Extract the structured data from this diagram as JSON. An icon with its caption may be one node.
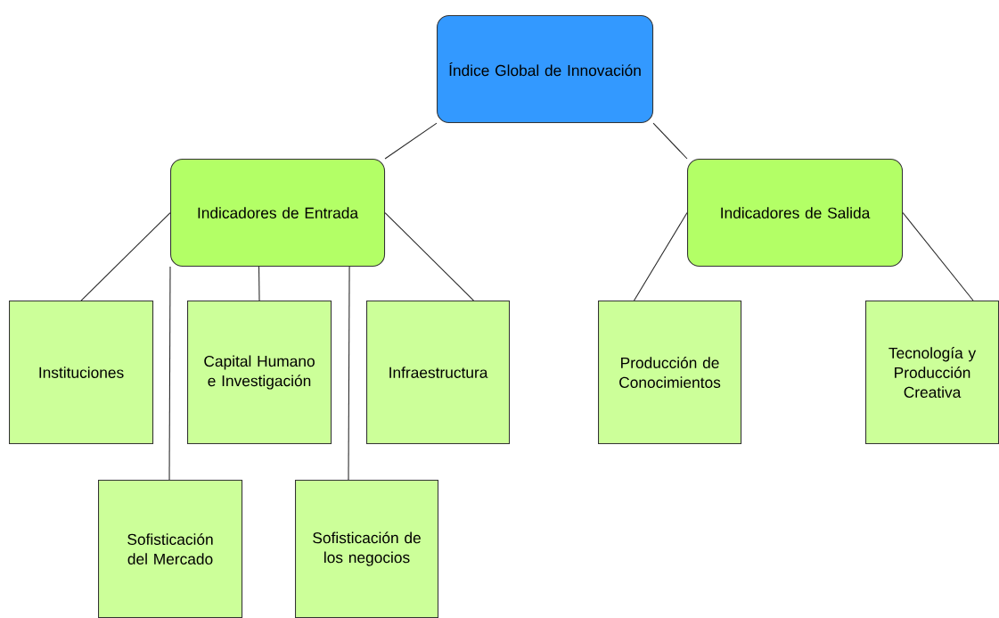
{
  "diagram": {
    "nodes": [
      {
        "text": [
          "Índice Global de Innovación"
        ]
      },
      {
        "text": [
          "Indicadores de Entrada"
        ]
      },
      {
        "text": [
          "Indicadores de Salida"
        ]
      },
      {
        "text": [
          "Instituciones"
        ]
      },
      {
        "text": [
          "Sofisticación del Mercado"
        ]
      },
      {
        "text": [
          "Capital Humano e Investigación"
        ]
      },
      {
        "text": [
          "Sofisticación de los negocios"
        ]
      },
      {
        "text": [
          "Infraestructura"
        ]
      },
      {
        "text": [
          "Producción de Conocimientos"
        ]
      },
      {
        "text": [
          "Tecnología y Producción Creativa"
        ]
      }
    ],
    "edges": [
      {
        "from": 0,
        "to": 1,
        "arrow": "none"
      },
      {
        "from": 0,
        "to": 2,
        "arrow": "none"
      },
      {
        "from": 1,
        "to": 3,
        "arrow": "none"
      },
      {
        "from": 1,
        "to": 4,
        "arrow": "none"
      },
      {
        "from": 1,
        "to": 5,
        "arrow": "none"
      },
      {
        "from": 1,
        "to": 6,
        "arrow": "none"
      },
      {
        "from": 1,
        "to": 7,
        "arrow": "none"
      },
      {
        "from": 2,
        "to": 8,
        "arrow": "none"
      },
      {
        "from": 2,
        "to": 9,
        "arrow": "none"
      }
    ]
  }
}
